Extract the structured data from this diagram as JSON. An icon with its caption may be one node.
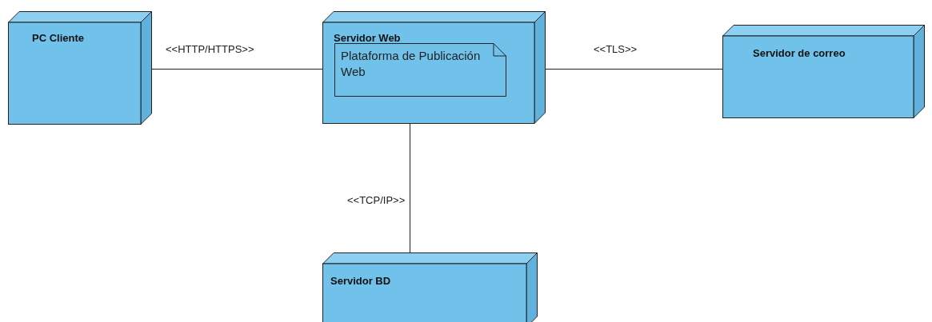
{
  "diagram": {
    "nodes": [
      {
        "text": [
          "PC Cliente"
        ]
      },
      {
        "text": [
          "Servidor Web"
        ]
      },
      {
        "text": [
          "Plataforma de Publicación Web"
        ],
        "in": 1
      },
      {
        "text": [
          "Servidor de correo"
        ]
      },
      {
        "text": [
          "Servidor BD"
        ]
      }
    ],
    "edges": [
      {
        "from": 0,
        "to": 1,
        "arrow": "none",
        "label": "<<HTTP/HTTPS>>"
      },
      {
        "from": 1,
        "to": 3,
        "arrow": "none",
        "label": "<<TLS>>"
      },
      {
        "from": 1,
        "to": 4,
        "arrow": "none",
        "label": "<<TCP/IP>>"
      }
    ]
  }
}
